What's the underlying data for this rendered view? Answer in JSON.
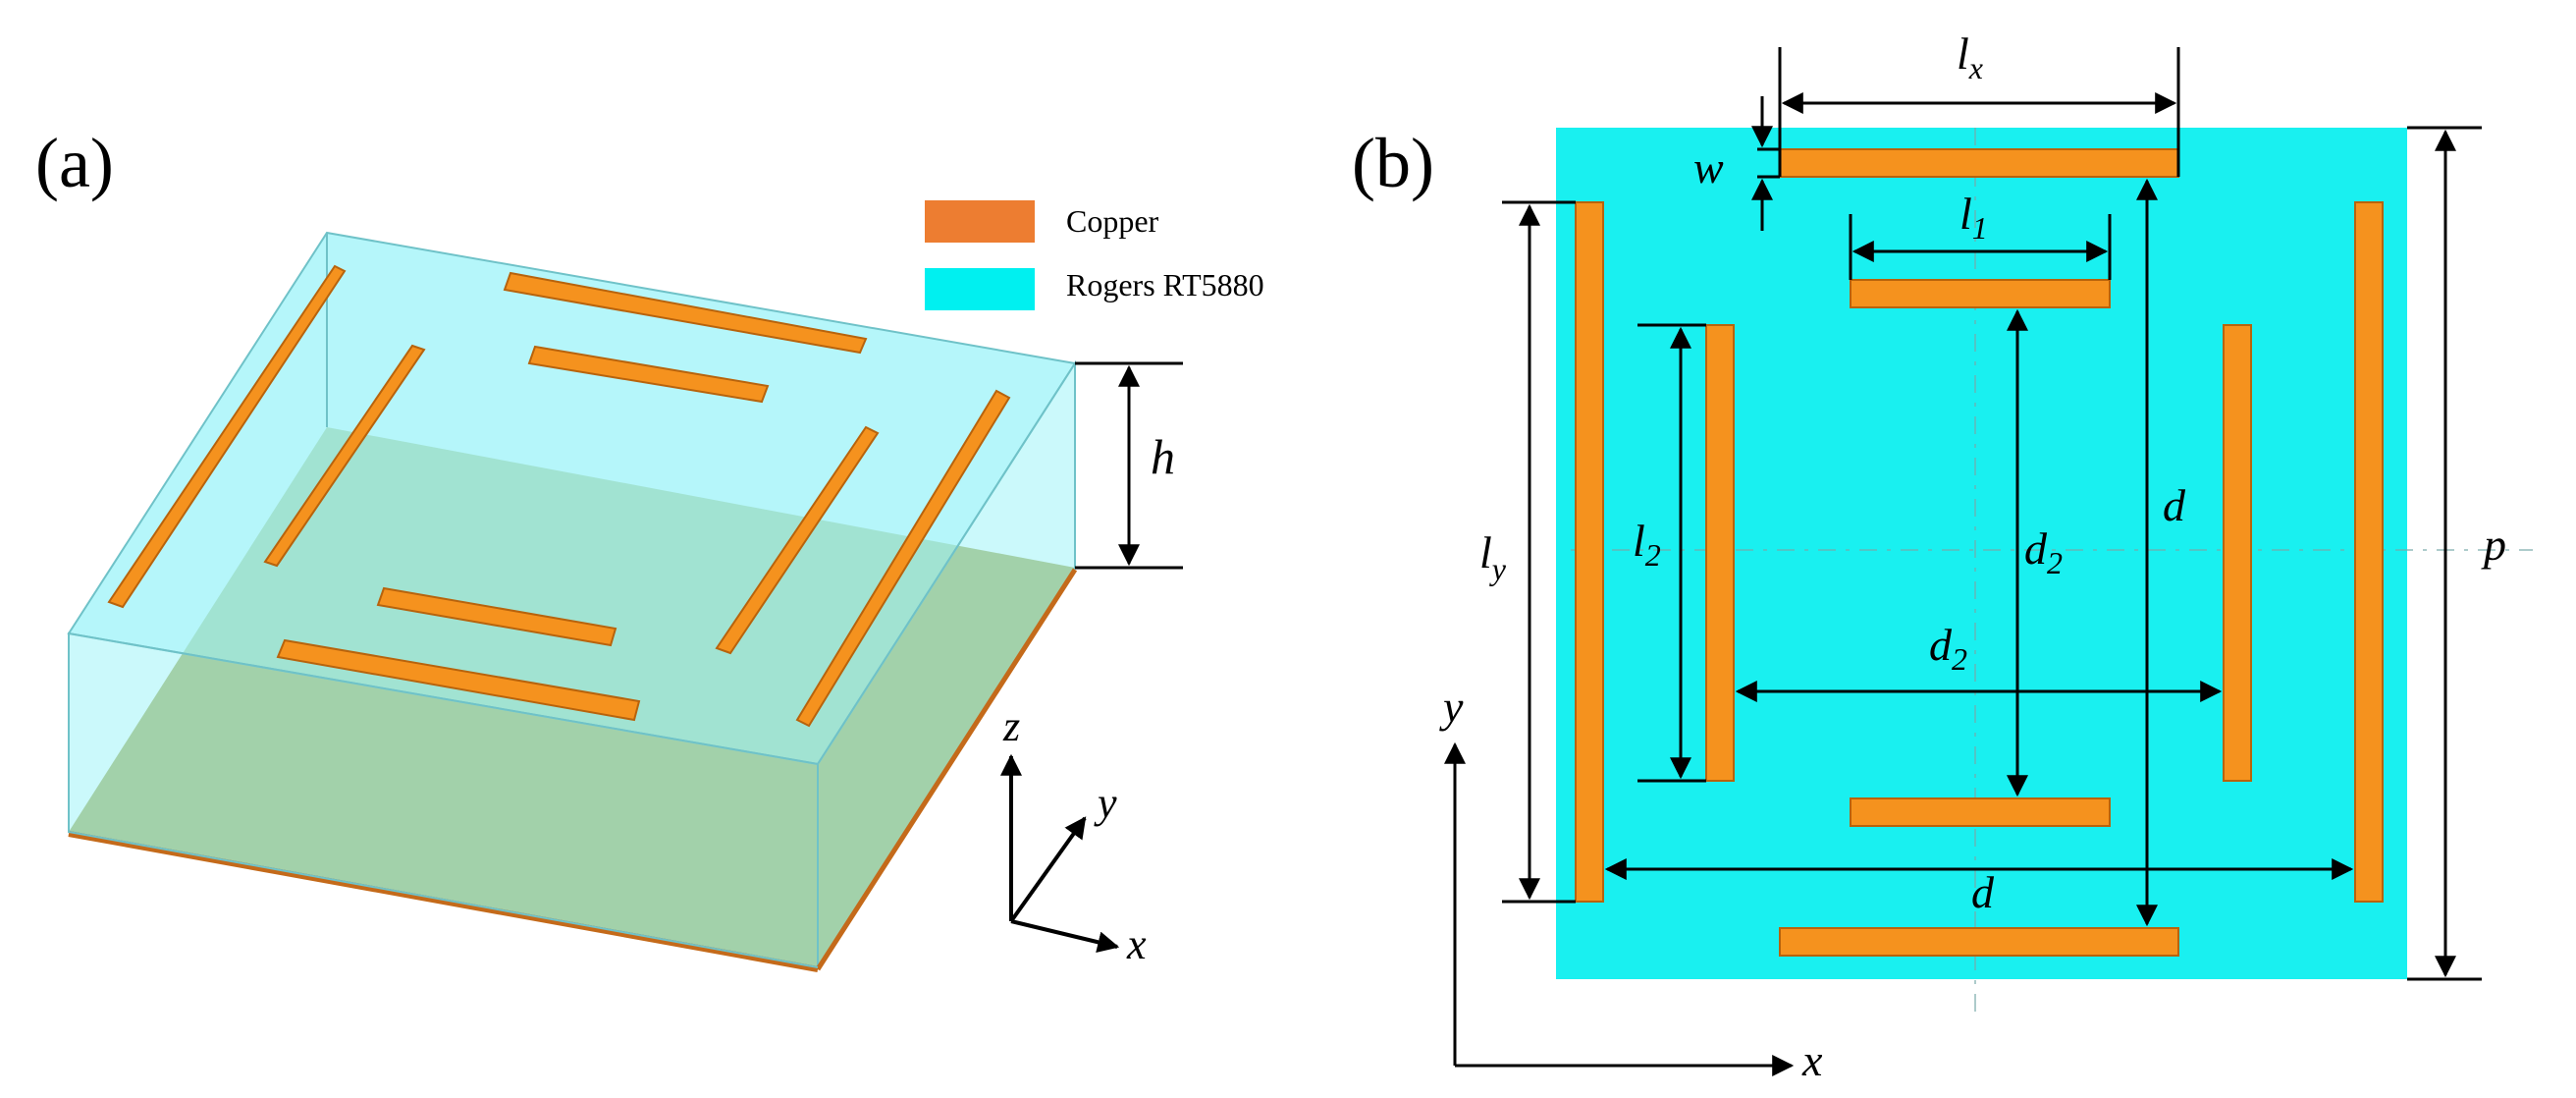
{
  "panels": {
    "a": {
      "label": "(a)"
    },
    "b": {
      "label": "(b)"
    }
  },
  "legend": {
    "items": [
      {
        "label": "Copper",
        "color": "#ed7d31"
      },
      {
        "label": "Rogers RT5880",
        "color": "#00f0f0"
      }
    ]
  },
  "colors": {
    "copper": "#f5921e",
    "copper_edge": "#b8630c",
    "substrate_3d": "#a0f4f8",
    "substrate_top": "#19f0f0",
    "ground": "#a5a74c",
    "dim_line": "#000000"
  },
  "dimensions": {
    "h": "h",
    "w": "w",
    "lx": {
      "main": "l",
      "sub": "x"
    },
    "l1": {
      "main": "l",
      "sub": "1"
    },
    "l2": {
      "main": "l",
      "sub": "2"
    },
    "ly": {
      "main": "l",
      "sub": "y"
    },
    "d2": {
      "main": "d",
      "sub": "2"
    },
    "d": "d",
    "p": "p"
  },
  "axes": {
    "z": "z",
    "y": "y",
    "x": "x"
  }
}
